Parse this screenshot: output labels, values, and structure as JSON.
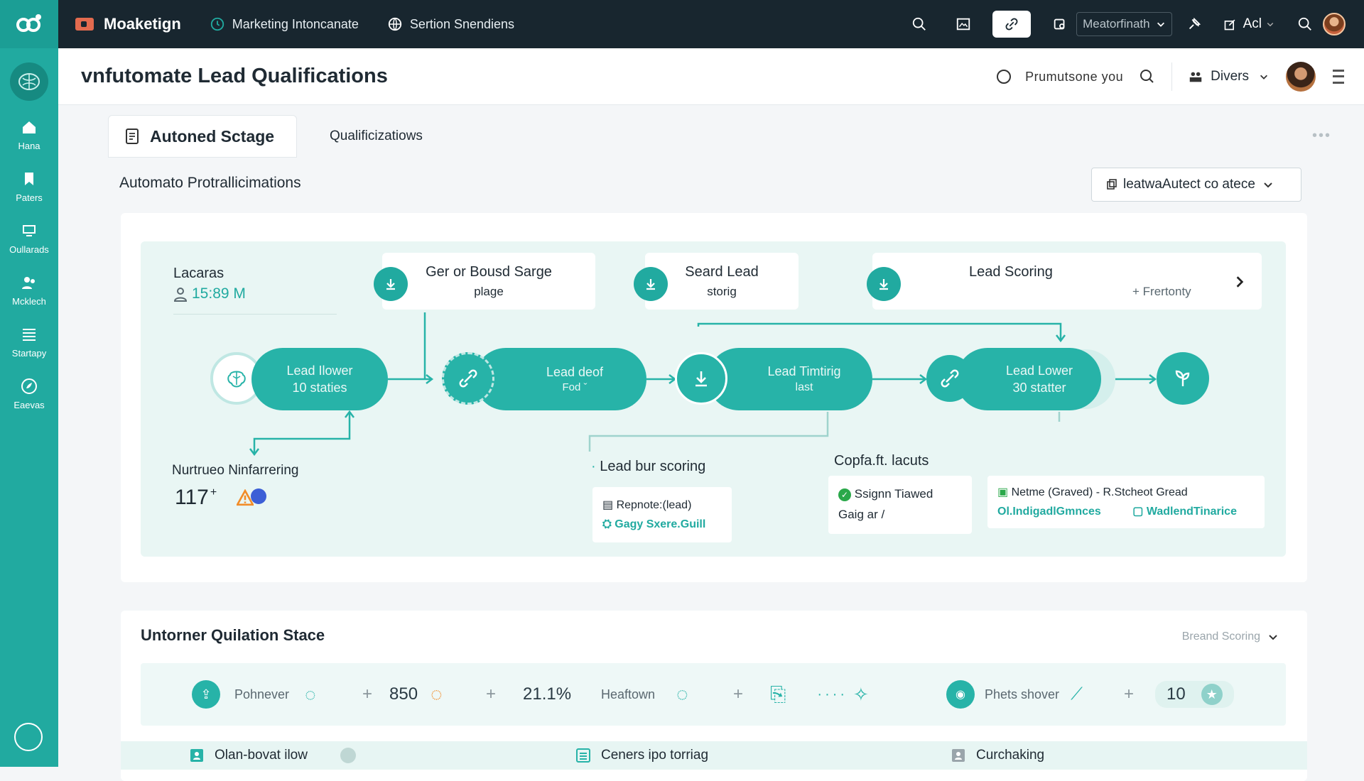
{
  "topbar": {
    "brand": "Moaketign",
    "nav": [
      "Marketing Intoncanate",
      "Sertion Snendiens"
    ],
    "workspace_value": "Meatorfinath",
    "account_label": "Acl"
  },
  "sidebar": {
    "items": [
      "Hana",
      "Paters",
      "Oullarads",
      "Mcklech",
      "Startapy",
      "Eaevas"
    ]
  },
  "header": {
    "title": "vnfutomate Lead Qualifications",
    "search_text": "Prumutsone you",
    "divers_label": "Divers"
  },
  "tabs": [
    "Autoned Sctage",
    "Qualificizatiows"
  ],
  "section": {
    "subtitle": "Automato Protrallicimations",
    "select_value": "leatwaAutect co atece"
  },
  "flow": {
    "label1": "Lacaras",
    "label2": "15:89 M",
    "steps": [
      {
        "title": "Ger or Bousd Sarge",
        "sub": "plage"
      },
      {
        "title": "Seard Lead",
        "sub": "storig"
      },
      {
        "title": "Lead Scoring",
        "sub": "Frertonty"
      }
    ],
    "pills": [
      {
        "line1": "Lead Ilower",
        "line2": "10 staties"
      },
      {
        "line1": "Lead deof",
        "line2": "Fod"
      },
      {
        "line1": "Lead Timtirig",
        "line2": "last"
      },
      {
        "line1": "Lead Lower",
        "line2": "30 statter"
      }
    ],
    "nurture_label": "Nurtrueo Ninfarrering",
    "nurture_value": "117",
    "scoring_label": "Lead bur scoring",
    "report_line1": "Repnote:(lead)",
    "report_line2": "Gagy Sxere.Guill",
    "copfaft_label": "Copfa.ft. lacuts",
    "signed_line1": "Ssignn Tiawed",
    "signed_line2": "Gaig ar /",
    "netme_line1": "Netme (Graved) - R.Stcheot Gread",
    "netme_line2a": "Ol.IndigadlGmnces",
    "netme_line2b": "WadlendTinarice"
  },
  "stats": {
    "title": "Untorner Quilation Stace",
    "select_label": "Breand Scoring",
    "items": {
      "a": "Pohnever",
      "b": "850",
      "c": "21.1%",
      "d": "Heaftown",
      "e": "Phets shover",
      "f": "10"
    }
  },
  "bottom": [
    "Olan-bovat ilow",
    "Ceners ipo torriag",
    "Curchaking"
  ],
  "colors": {
    "accent": "#21aaa0",
    "topbar": "#18262f",
    "warning": "#f28c28"
  }
}
